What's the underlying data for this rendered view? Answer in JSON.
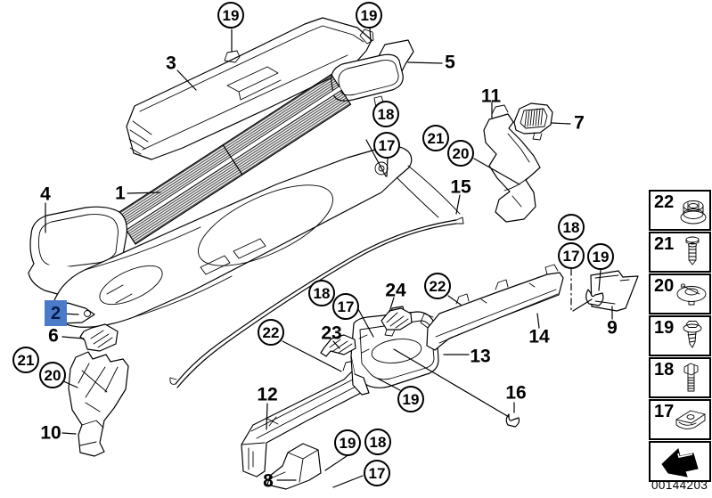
{
  "drawing_number": "00144203",
  "selected_part": {
    "number": "2",
    "highlight_color": "#4b7ac8",
    "text_color": "#04194a"
  },
  "part_labels": {
    "p1": "1",
    "p2": "2",
    "p3": "3",
    "p4": "4",
    "p5": "5",
    "p6": "6",
    "p7": "7",
    "p8": "8",
    "p9": "9",
    "p10": "10",
    "p11": "11",
    "p12": "12",
    "p13": "13",
    "p14": "14",
    "p15": "15",
    "p16": "16",
    "p23": "23",
    "p24": "24"
  },
  "fastener_callouts": [
    {
      "n": "19"
    },
    {
      "n": "19"
    },
    {
      "n": "18"
    },
    {
      "n": "17"
    },
    {
      "n": "21"
    },
    {
      "n": "20"
    },
    {
      "n": "18"
    },
    {
      "n": "17"
    },
    {
      "n": "19"
    },
    {
      "n": "18"
    },
    {
      "n": "17"
    },
    {
      "n": "22"
    },
    {
      "n": "22"
    },
    {
      "n": "21"
    },
    {
      "n": "20"
    },
    {
      "n": "19"
    },
    {
      "n": "19"
    },
    {
      "n": "18"
    },
    {
      "n": "17"
    }
  ],
  "legend": {
    "items": [
      {
        "number": "22",
        "icon": "flange-nut-icon"
      },
      {
        "number": "21",
        "icon": "expanding-rivet-icon"
      },
      {
        "number": "20",
        "icon": "grommet-washer-icon"
      },
      {
        "number": "19",
        "icon": "tapping-screw-icon"
      },
      {
        "number": "18",
        "icon": "hex-bolt-icon"
      },
      {
        "number": "17",
        "icon": "clip-nut-icon"
      }
    ],
    "back_button_icon": "back-arrow-icon"
  }
}
